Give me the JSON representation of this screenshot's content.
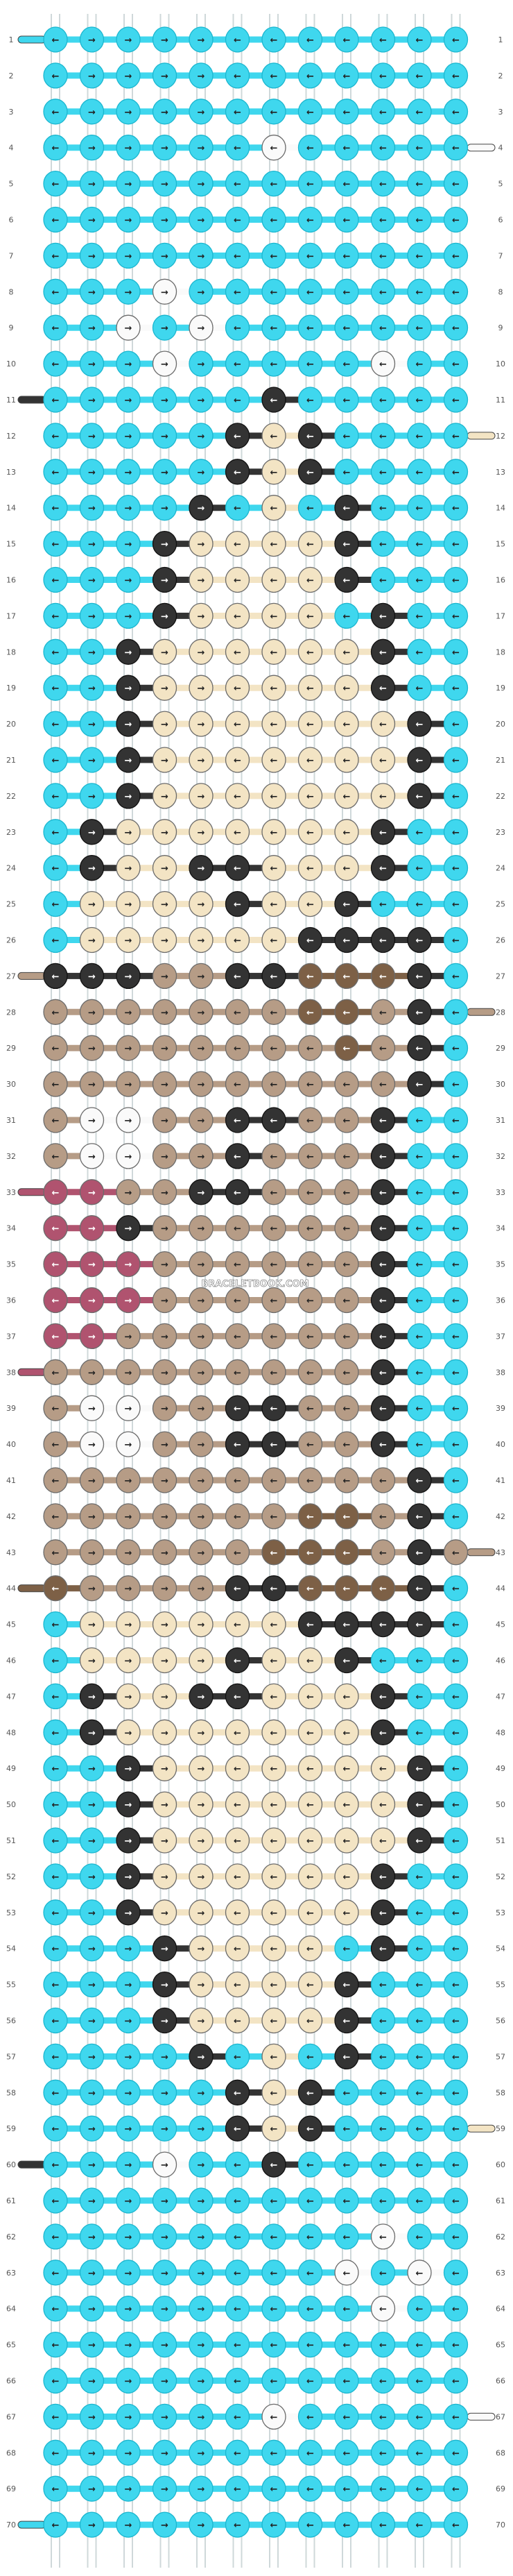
{
  "watermark": "BRACELETBOOK.COM",
  "rows": 70,
  "knots_per_row": 12,
  "colors": {
    "A": "#3fd7ee",
    "B": "#333333",
    "C": "#f3e4c4",
    "D": "#fafafa",
    "E": "#b69c86",
    "F": "#7d6046",
    "G": "#b0536f"
  },
  "arrow_map": {
    ">": "→",
    "<": "←"
  },
  "pattern": [
    "A<A>A>A>A>A<A<A<A<A<A<A<",
    "A<A>A>A>A>A<A<A<A<A<A<A<",
    "A<A>A>A>A>A<A<A<A<A<A<A<",
    "A<A>A>A>A>A<D<A<A<A<A<A<",
    "A<A>A>A>A>A<A<A<A<A<A<A<",
    "A<A>A>A>A>A<A<A<A<A<A<A<",
    "A<A>A>A>A>A<A<A<A<A<A<A<",
    "A<A>A>D>A>A<A<A<A<A<A<A<",
    "A<A>D>A>D>A<A<A<A<A<A<A<",
    "A<A>A>D>A>A<A<A<A<D<A<A<",
    "A<A>A>A>A>A<B<A<A<A<A<A<",
    "A<A>A>A>A>B<C<B<A<A<A<A<",
    "A<A>A>A>A>B<C<B<A<A<A<A<",
    "A<A>A>A>B>A<C<A<B<A<A<A<",
    "A<A>A>B>C>C<C<C<B<A<A<A<",
    "A<A>A>B>C>C<C<C<B<A<A<A<",
    "A<A>A>B>C>C<C<C<A<B<A<A<",
    "A<A>B>C>C>C<C<C<C<B<A<A<",
    "A<A>B>C>C>C<C<C<C<B<A<A<",
    "A<A>B>C>C>C<C<C<C<C<B<A<",
    "A<A>B>C>C>C<C<C<C<C<B<A<",
    "A<A>B>C>C>C<C<C<C<C<B<A<",
    "A<B>C>C>C>C<C<C<C<B<A<A<",
    "A<B>C>C>B>B<C<C<C<B<A<A<",
    "A<C>C>C>C>B<C<C<B<A<A<A<",
    "A<C>C>C>C>C<C<B<B<B<B<A<",
    "B<B>B>E>E>B<B<F<F<F<B<A<",
    "E<E>E>E>E>E<E<F<F<E<B<A<",
    "E<E>E>E>E>E<E<E<F<E<B<A<",
    "E<E>E>E>E>E<E<E<E<E<B<A<",
    "E<D>D>E>E>B<B<E<E<B<A<A<",
    "E<D>D>E>E>B<E<E<E<B<A<A<",
    "G<G>E>E>B>B<E<E<E<B<A<A<",
    "G<G>B>E>E>E<E<E<E<B<A<A<",
    "G<G>G>E>E>E<E<E<E<B<A<A<",
    "G<G>G>E>E>E<E<E<E<B<A<A<",
    "G<G>E>E>E>E<E<E<E<B<A<A<",
    "E<E>E>E>E>E<E<E<E<B<A<A<",
    "E<D>D>E>E>B<B<E<E<B<A<A<",
    "E<D>D>E>E>B<B<E<E<B<A<A<",
    "E<E>E>E>E>E<E<E<E<E<B<A<",
    "E<E>E>E>E>E<E<F<F<E<B<A<",
    "E<E>E>E>E>E<F<F<F<E<B<E<",
    "F<E>E>E>E>B<B<F<F<F<B<A<",
    "A<C>C>C>C>C<C<B<B<B<B<A<",
    "A<C>C>C>C>B<C<C<B<A<A<A<",
    "A<B>C>C>B>B<C<C<C<B<A<A<",
    "A<B>C>C>C>C<C<C<C<B<A<A<",
    "A<A>B>C>C>C<C<C<C<C<B<A<",
    "A<A>B>C>C>C<C<C<C<C<B<A<",
    "A<A>B>C>C>C<C<C<C<C<B<A<",
    "A<A>B>C>C>C<C<C<C<B<A<A<",
    "A<A>B>C>C>C<C<C<C<B<A<A<",
    "A<A>A>B>C>C<C<C<A<B<A<A<",
    "A<A>A>B>C>C<C<C<B<A<A<A<",
    "A<A>A>B>C>C<C<C<B<A<A<A<",
    "A<A>A>A>B>A<C<A<B<A<A<A<",
    "A<A>A>A>A>B<C<B<A<A<A<A<",
    "A<A>A>A>A>B<C<B<A<A<A<A<",
    "A<A>A>D>A>A<B<A<A<A<A<A<",
    "A<A>A>A>A>A<A<A<A<A<A<A<",
    "A<A>A>A>A>A<A<A<A<D<A<A<",
    "A<A>A>A>A>A<A<A<D<A<D<A<",
    "A<A>A>A>A>A<A<A<A<D<A<A<",
    "A<A>A>A>A>A<A<A<A<A<A<A<",
    "A<A>A>A>A>A<A<A<A<A<A<A<",
    "A<A>A>A>A>A<D<A<A<A<A<A<",
    "A<A>A>A>A>A<A<A<A<A<A<A<",
    "A<A>A>A>A>A<A<A<A<A<A<A<",
    "A<A>A>A>A>A<A<A<A<A<A<A<"
  ],
  "left_tails": [
    {
      "row": 1,
      "color": "A"
    },
    {
      "row": 11,
      "color": "B"
    },
    {
      "row": 27,
      "color": "E"
    },
    {
      "row": 33,
      "color": "G"
    },
    {
      "row": 38,
      "color": "G"
    },
    {
      "row": 44,
      "color": "F"
    },
    {
      "row": 60,
      "color": "B"
    },
    {
      "row": 70,
      "color": "A"
    }
  ],
  "right_tails": [
    {
      "row": 4,
      "color": "D"
    },
    {
      "row": 12,
      "color": "C"
    },
    {
      "row": 28,
      "color": "E"
    },
    {
      "row": 43,
      "color": "E"
    },
    {
      "row": 59,
      "color": "C"
    },
    {
      "row": 67,
      "color": "D"
    }
  ]
}
